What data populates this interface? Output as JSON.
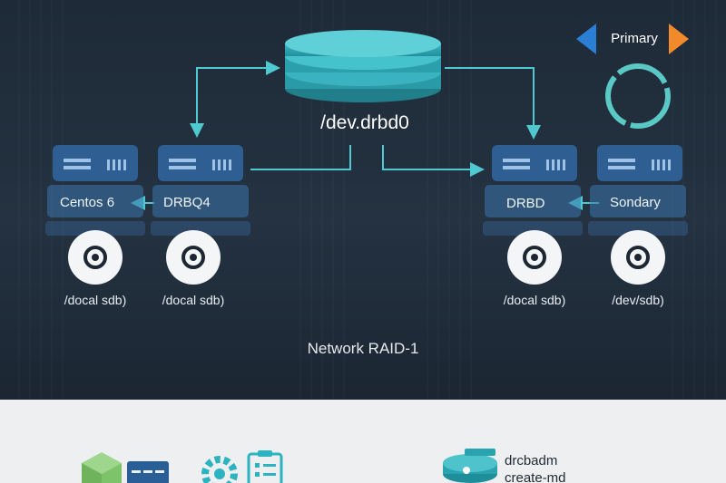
{
  "device": {
    "label": "/dev.drbd0"
  },
  "legend": {
    "primary_label": "Primary"
  },
  "servers": [
    {
      "label": "Centos 6",
      "disk_label": "/docal sdb)"
    },
    {
      "label": "DRBQ4",
      "disk_label": "/docal sdb)"
    },
    {
      "label": "DRBD",
      "disk_label": "/docal sdb)"
    },
    {
      "label": "Sondary",
      "disk_label": "/dev/sdb)"
    }
  ],
  "footer_label": "Network RAID-1",
  "commands": {
    "line1": "drcbadm",
    "line2": "create-md"
  },
  "colors": {
    "accent": "#4fc9cf",
    "server_block": "#2f5f92",
    "server_block_light": "#3c74ad",
    "left_arrow": "#2a7fd4",
    "right_arrow": "#f08a2a",
    "green_icon": "#7cc36a",
    "teal_icon": "#2bb3c0"
  },
  "icons": [
    "left-arrow-icon",
    "right-arrow-icon",
    "ring-icon",
    "disk-icon",
    "cube-icon",
    "gear-icon",
    "checklist-icon",
    "drive-icon"
  ]
}
